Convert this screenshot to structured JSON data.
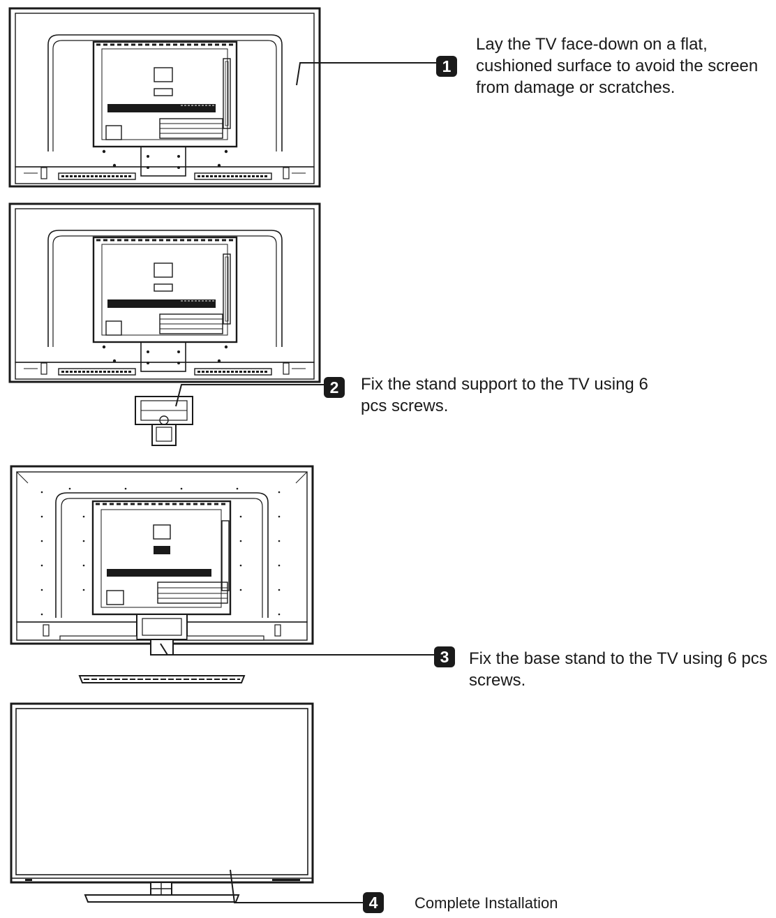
{
  "steps": [
    {
      "number": "1",
      "text": "Lay the TV face-down on a flat, cushioned surface to avoid the screen from damage or scratches."
    },
    {
      "number": "2",
      "text": "Fix the stand support to the TV using 6 pcs screws."
    },
    {
      "number": "3",
      "text": "Fix the base stand to the TV using 6 pcs screws."
    },
    {
      "number": "4",
      "text": "Complete Installation"
    }
  ],
  "colors": {
    "line": "#1a1a1a",
    "badge": "#1a1a1a",
    "background": "#ffffff"
  }
}
